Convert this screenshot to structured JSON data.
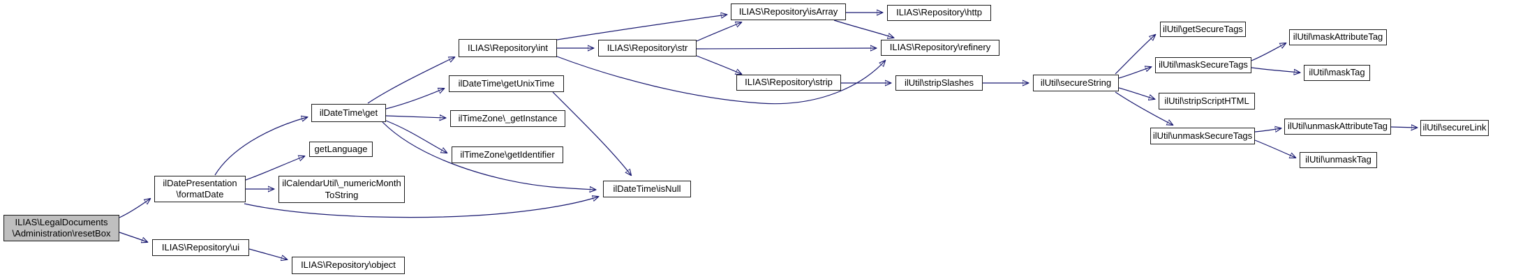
{
  "diagram": {
    "kind": "call-graph",
    "background_color": "#ffffff",
    "edge_color": "#191970",
    "node_border_color": "#1a1a1a",
    "node_fill_color": "#ffffff",
    "highlight_fill_color": "#bfbfbf",
    "nodes": {
      "resetBox": {
        "lines": [
          "ILIAS\\LegalDocuments",
          "\\Administration\\resetBox"
        ],
        "highlighted": true
      },
      "formatDate": {
        "lines": [
          "ilDatePresentation",
          "\\formatDate"
        ]
      },
      "repoUi": {
        "lines": [
          "ILIAS\\Repository\\ui"
        ]
      },
      "repoObject": {
        "lines": [
          "ILIAS\\Repository\\object"
        ]
      },
      "dateTimeGet": {
        "lines": [
          "ilDateTime\\get"
        ]
      },
      "getLanguage": {
        "lines": [
          "getLanguage"
        ]
      },
      "numericMonth": {
        "lines": [
          "ilCalendarUtil\\_numericMonth",
          "ToString"
        ]
      },
      "isNull": {
        "lines": [
          "ilDateTime\\isNull"
        ]
      },
      "repoInt": {
        "lines": [
          "ILIAS\\Repository\\int"
        ]
      },
      "getUnixTime": {
        "lines": [
          "ilDateTime\\getUnixTime"
        ]
      },
      "getInstance": {
        "lines": [
          "ilTimeZone\\_getInstance"
        ]
      },
      "getIdentifier": {
        "lines": [
          "ilTimeZone\\getIdentifier"
        ]
      },
      "repoStr": {
        "lines": [
          "ILIAS\\Repository\\str"
        ]
      },
      "isArray": {
        "lines": [
          "ILIAS\\Repository\\isArray"
        ]
      },
      "repoStrip": {
        "lines": [
          "ILIAS\\Repository\\strip"
        ]
      },
      "repoHttp": {
        "lines": [
          "ILIAS\\Repository\\http"
        ]
      },
      "refinery": {
        "lines": [
          "ILIAS\\Repository\\refinery"
        ]
      },
      "stripSlashes": {
        "lines": [
          "ilUtil\\stripSlashes"
        ]
      },
      "secureString": {
        "lines": [
          "ilUtil\\secureString"
        ]
      },
      "getSecureTags": {
        "lines": [
          "ilUtil\\getSecureTags"
        ]
      },
      "maskSecureTags": {
        "lines": [
          "ilUtil\\maskSecureTags"
        ]
      },
      "stripScriptHTML": {
        "lines": [
          "ilUtil\\stripScriptHTML"
        ]
      },
      "unmaskSecureTags": {
        "lines": [
          "ilUtil\\unmaskSecureTags"
        ]
      },
      "maskAttributeTag": {
        "lines": [
          "ilUtil\\maskAttributeTag"
        ]
      },
      "maskTag": {
        "lines": [
          "ilUtil\\maskTag"
        ]
      },
      "unmaskAttributeTag": {
        "lines": [
          "ilUtil\\unmaskAttributeTag"
        ]
      },
      "unmaskTag": {
        "lines": [
          "ilUtil\\unmaskTag"
        ]
      },
      "secureLink": {
        "lines": [
          "ilUtil\\secureLink"
        ]
      }
    },
    "edges": [
      {
        "from": "resetBox",
        "to": "formatDate"
      },
      {
        "from": "resetBox",
        "to": "repoUi"
      },
      {
        "from": "repoUi",
        "to": "repoObject"
      },
      {
        "from": "formatDate",
        "to": "dateTimeGet"
      },
      {
        "from": "formatDate",
        "to": "getLanguage"
      },
      {
        "from": "formatDate",
        "to": "numericMonth"
      },
      {
        "from": "formatDate",
        "to": "isNull"
      },
      {
        "from": "dateTimeGet",
        "to": "repoInt"
      },
      {
        "from": "dateTimeGet",
        "to": "getUnixTime"
      },
      {
        "from": "dateTimeGet",
        "to": "getInstance"
      },
      {
        "from": "dateTimeGet",
        "to": "getIdentifier"
      },
      {
        "from": "dateTimeGet",
        "to": "isNull"
      },
      {
        "from": "getUnixTime",
        "to": "isNull"
      },
      {
        "from": "repoInt",
        "to": "repoStr"
      },
      {
        "from": "repoInt",
        "to": "isArray"
      },
      {
        "from": "repoInt",
        "to": "refinery"
      },
      {
        "from": "repoStr",
        "to": "isArray"
      },
      {
        "from": "repoStr",
        "to": "refinery"
      },
      {
        "from": "repoStr",
        "to": "repoStrip"
      },
      {
        "from": "isArray",
        "to": "repoHttp"
      },
      {
        "from": "isArray",
        "to": "refinery"
      },
      {
        "from": "repoStrip",
        "to": "stripSlashes"
      },
      {
        "from": "stripSlashes",
        "to": "secureString"
      },
      {
        "from": "secureString",
        "to": "getSecureTags"
      },
      {
        "from": "secureString",
        "to": "maskSecureTags"
      },
      {
        "from": "secureString",
        "to": "stripScriptHTML"
      },
      {
        "from": "secureString",
        "to": "unmaskSecureTags"
      },
      {
        "from": "maskSecureTags",
        "to": "maskAttributeTag"
      },
      {
        "from": "maskSecureTags",
        "to": "maskTag"
      },
      {
        "from": "unmaskSecureTags",
        "to": "unmaskAttributeTag"
      },
      {
        "from": "unmaskSecureTags",
        "to": "unmaskTag"
      },
      {
        "from": "unmaskAttributeTag",
        "to": "secureLink"
      }
    ]
  }
}
